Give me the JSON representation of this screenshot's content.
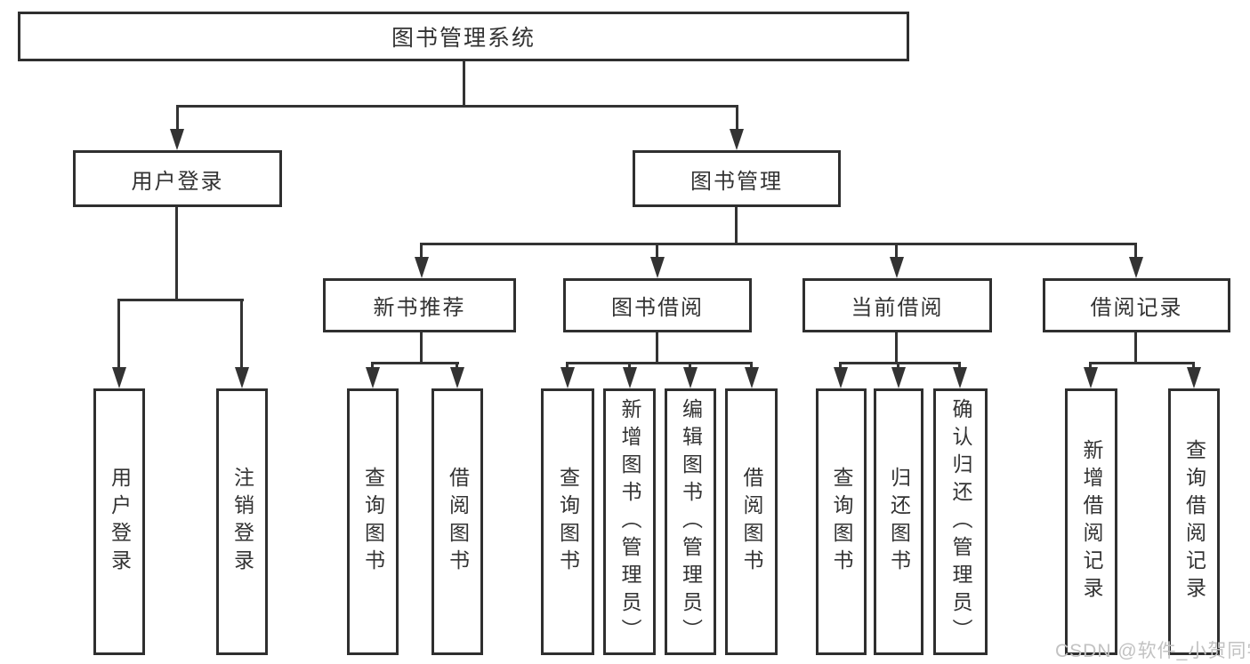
{
  "colors": {
    "line": "#333333",
    "box_border": "#2f2f2f",
    "text": "#333333",
    "background": "#ffffff",
    "watermark_text_color": "#c2c2c2"
  },
  "watermark": {
    "text": "CSDN @软件_小贺同学"
  },
  "diagram": {
    "type": "tree",
    "root": "图书管理系统",
    "branches": [
      {
        "label": "用户登录",
        "children": [
          "用户登录",
          "注销登录"
        ]
      },
      {
        "label": "图书管理",
        "children": [
          {
            "label": "新书推荐",
            "children": [
              "查询图书",
              "借阅图书"
            ]
          },
          {
            "label": "图书借阅",
            "children": [
              "查询图书",
              "新增图书（管理员）",
              "编辑图书（管理员）",
              "借阅图书"
            ]
          },
          {
            "label": "当前借阅",
            "children": [
              "查询图书",
              "归还图书",
              "确认归还（管理员）"
            ]
          },
          {
            "label": "借阅记录",
            "children": [
              "新增借阅记录",
              "查询借阅记录"
            ]
          }
        ]
      }
    ]
  }
}
